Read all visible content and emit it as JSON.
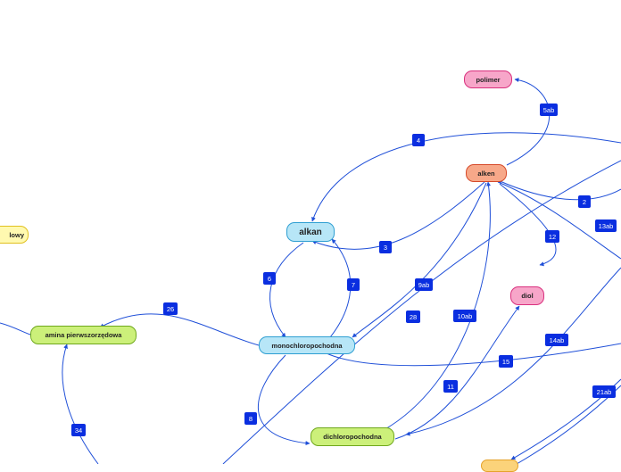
{
  "colors": {
    "edge": "#1f4fd8",
    "label_bg": "#0a2ee0",
    "pink_fill": "#f7a6c9",
    "pink_border": "#d9307e",
    "salmon_fill": "#f7a889",
    "salmon_border": "#d64a2a",
    "blue_fill": "#b7e6f7",
    "blue_border": "#2f9fd2",
    "green_fill": "#ccf07a",
    "green_border": "#6fa81c",
    "yellow_fill": "#fff9b0",
    "yellow_border": "#e0c020",
    "orange_fill": "#fbd37a",
    "orange_border": "#e5a22a"
  },
  "nodes": {
    "polimer": "polimer",
    "alken": "alken",
    "alkan": "alkan",
    "diol": "diol",
    "monochloropochodna": "monochloropochodna",
    "amina": "amina pierwszorzędowa",
    "dichloropochodna": "dichloropochodna",
    "partial_left": "lowy",
    "partial_bottom": ""
  },
  "edge_labels": {
    "l4": "4",
    "l5ab": "5ab",
    "l2": "2",
    "l13ab": "13ab",
    "l12": "12",
    "l3": "3",
    "l6": "6",
    "l7": "7",
    "l9ab": "9ab",
    "l28": "28",
    "l10ab": "10ab",
    "l26": "26",
    "l14ab": "14ab",
    "l15": "15",
    "l11": "11",
    "l21ab": "21ab",
    "l8": "8",
    "l34": "34"
  }
}
